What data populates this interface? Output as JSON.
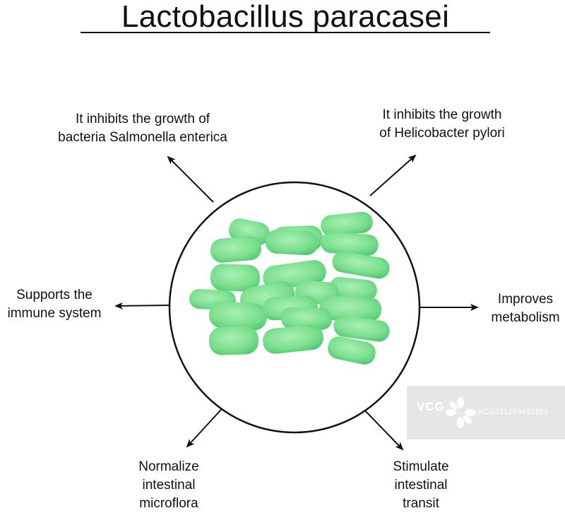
{
  "title": "Lactobacillus paracasei",
  "colors": {
    "bacteria_fill": "#7de08f",
    "bacteria_highlight": "#a9efb6",
    "bacteria_dark": "#3fbf67",
    "line": "#111111"
  },
  "labels": {
    "top_left": [
      "It inhibits the growth of",
      "bacteria Salmonella enterica"
    ],
    "top_right": [
      "It inhibits the growth",
      "of Helicobacter pylori"
    ],
    "left": [
      "Supports the",
      "immune system"
    ],
    "right": [
      "Improves",
      "metabolism"
    ],
    "bottom_left": [
      "Normalize",
      "intestinal",
      "microflora"
    ],
    "bottom_right": [
      "Stimulate",
      "intestinal",
      "transit"
    ]
  },
  "watermark": {
    "logo": "VCG",
    "id": "VCG211249491153"
  }
}
